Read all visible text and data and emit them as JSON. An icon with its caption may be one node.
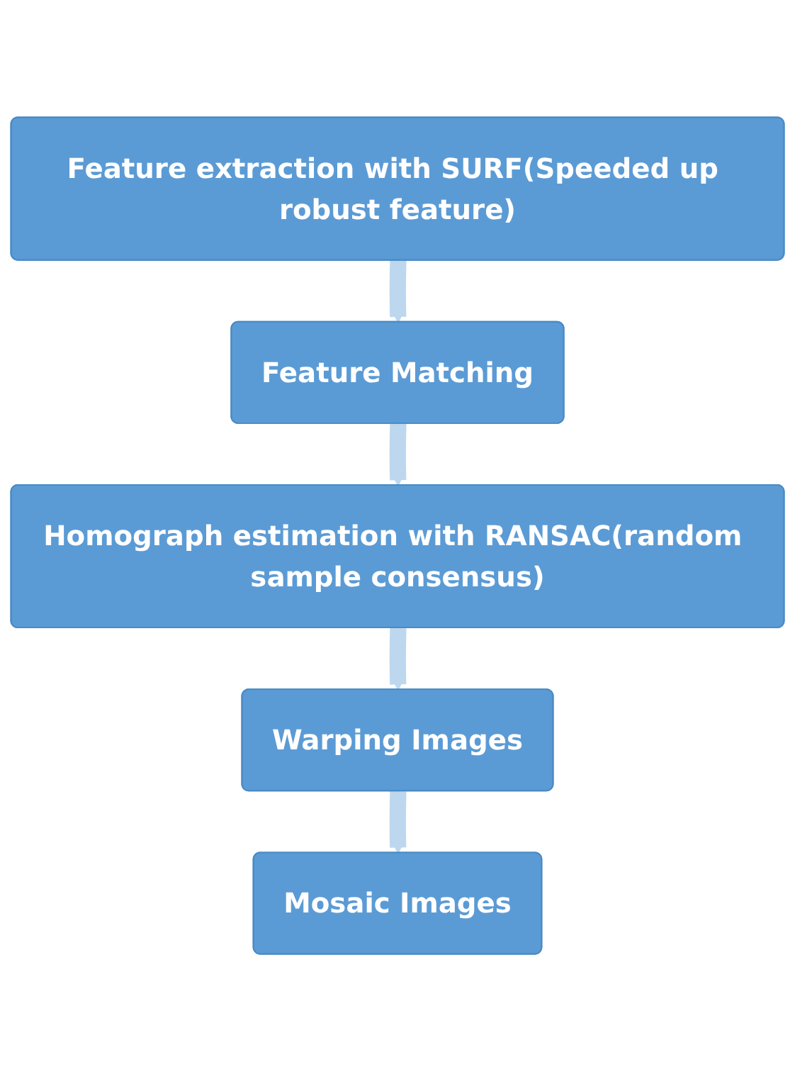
{
  "diagram": {
    "nodes": [
      {
        "text": [
          "Feature extraction with SURF(Speeded up robust feature)"
        ]
      },
      {
        "text": [
          "Feature Matching"
        ]
      },
      {
        "text": [
          "Homograph estimation with RANSAC(random sample consensus)"
        ]
      },
      {
        "text": [
          "Warping Images"
        ]
      },
      {
        "text": [
          "Mosaic Images"
        ]
      }
    ],
    "edges": [
      {
        "from": 0,
        "to": 1,
        "arrow": "to"
      },
      {
        "from": 1,
        "to": 2,
        "arrow": "to"
      },
      {
        "from": 2,
        "to": 3,
        "arrow": "to"
      },
      {
        "from": 3,
        "to": 4,
        "arrow": "to"
      }
    ]
  }
}
